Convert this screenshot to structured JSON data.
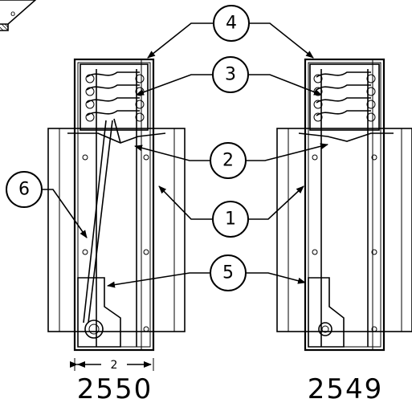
{
  "callouts": {
    "c1": "1",
    "c2": "2",
    "c3": "3",
    "c4": "4",
    "c5": "5",
    "c6": "6"
  },
  "dimension": {
    "value": "2"
  },
  "models": {
    "left": "2550",
    "right": "2549"
  },
  "detail": {
    "corner_mark": "o"
  }
}
